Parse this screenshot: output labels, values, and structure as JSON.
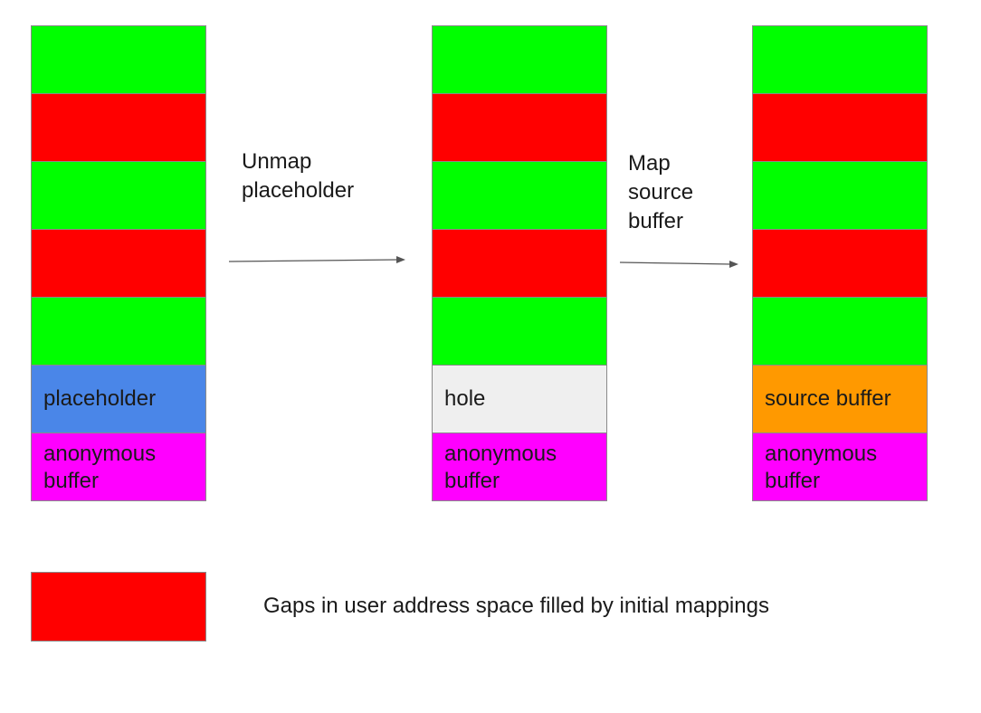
{
  "colors": {
    "mapping": "#00ff00",
    "gap": "#ff0000",
    "placeholder": "#4a86e8",
    "hole": "#efefef",
    "source_buffer": "#ff9900",
    "anonymous_buffer": "#ff00ff",
    "arrow": "#555555"
  },
  "columns": [
    {
      "blocks": [
        {
          "kind": "mapping",
          "label": ""
        },
        {
          "kind": "gap",
          "label": ""
        },
        {
          "kind": "mapping",
          "label": ""
        },
        {
          "kind": "gap",
          "label": ""
        },
        {
          "kind": "mapping",
          "label": ""
        },
        {
          "kind": "placeholder",
          "label": "placeholder"
        },
        {
          "kind": "anonymous_buffer",
          "label": "anonymous\nbuffer"
        }
      ]
    },
    {
      "blocks": [
        {
          "kind": "mapping",
          "label": ""
        },
        {
          "kind": "gap",
          "label": ""
        },
        {
          "kind": "mapping",
          "label": ""
        },
        {
          "kind": "gap",
          "label": ""
        },
        {
          "kind": "mapping",
          "label": ""
        },
        {
          "kind": "hole",
          "label": "hole"
        },
        {
          "kind": "anonymous_buffer",
          "label": "anonymous\nbuffer"
        }
      ]
    },
    {
      "blocks": [
        {
          "kind": "mapping",
          "label": ""
        },
        {
          "kind": "gap",
          "label": ""
        },
        {
          "kind": "mapping",
          "label": ""
        },
        {
          "kind": "gap",
          "label": ""
        },
        {
          "kind": "mapping",
          "label": ""
        },
        {
          "kind": "source_buffer",
          "label": "source buffer"
        },
        {
          "kind": "anonymous_buffer",
          "label": "anonymous\nbuffer"
        }
      ]
    }
  ],
  "steps": [
    {
      "label": "Unmap\nplaceholder"
    },
    {
      "label": "Map\nsource\nbuffer"
    }
  ],
  "legend": {
    "kind": "gap",
    "label": "Gaps in user address space filled by initial mappings"
  }
}
